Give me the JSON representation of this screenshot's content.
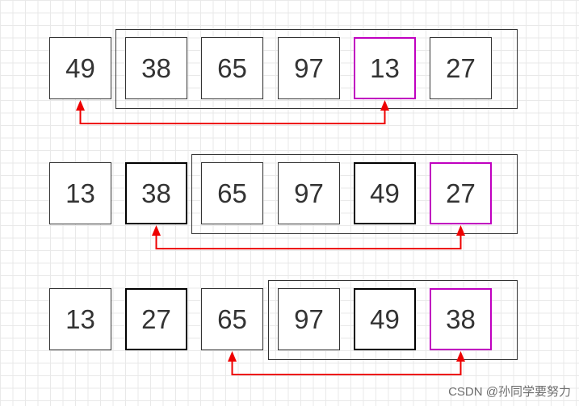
{
  "rows": [
    {
      "values": [
        "49",
        "38",
        "65",
        "97",
        "13",
        "27"
      ],
      "dark": [],
      "highlight": 4,
      "frame_start": 1,
      "swap": [
        0,
        4
      ]
    },
    {
      "values": [
        "13",
        "38",
        "65",
        "97",
        "49",
        "27"
      ],
      "dark": [
        1,
        4
      ],
      "highlight": 5,
      "frame_start": 2,
      "swap": [
        1,
        5
      ]
    },
    {
      "values": [
        "13",
        "27",
        "65",
        "97",
        "49",
        "38"
      ],
      "dark": [
        1,
        4
      ],
      "highlight": 5,
      "frame_start": 3,
      "swap": [
        2,
        5
      ]
    }
  ],
  "colors": {
    "border": "#333333",
    "highlight": "#c000c0",
    "arrow": "#ee0000"
  },
  "watermark": "CSDN @孙同学要努力"
}
